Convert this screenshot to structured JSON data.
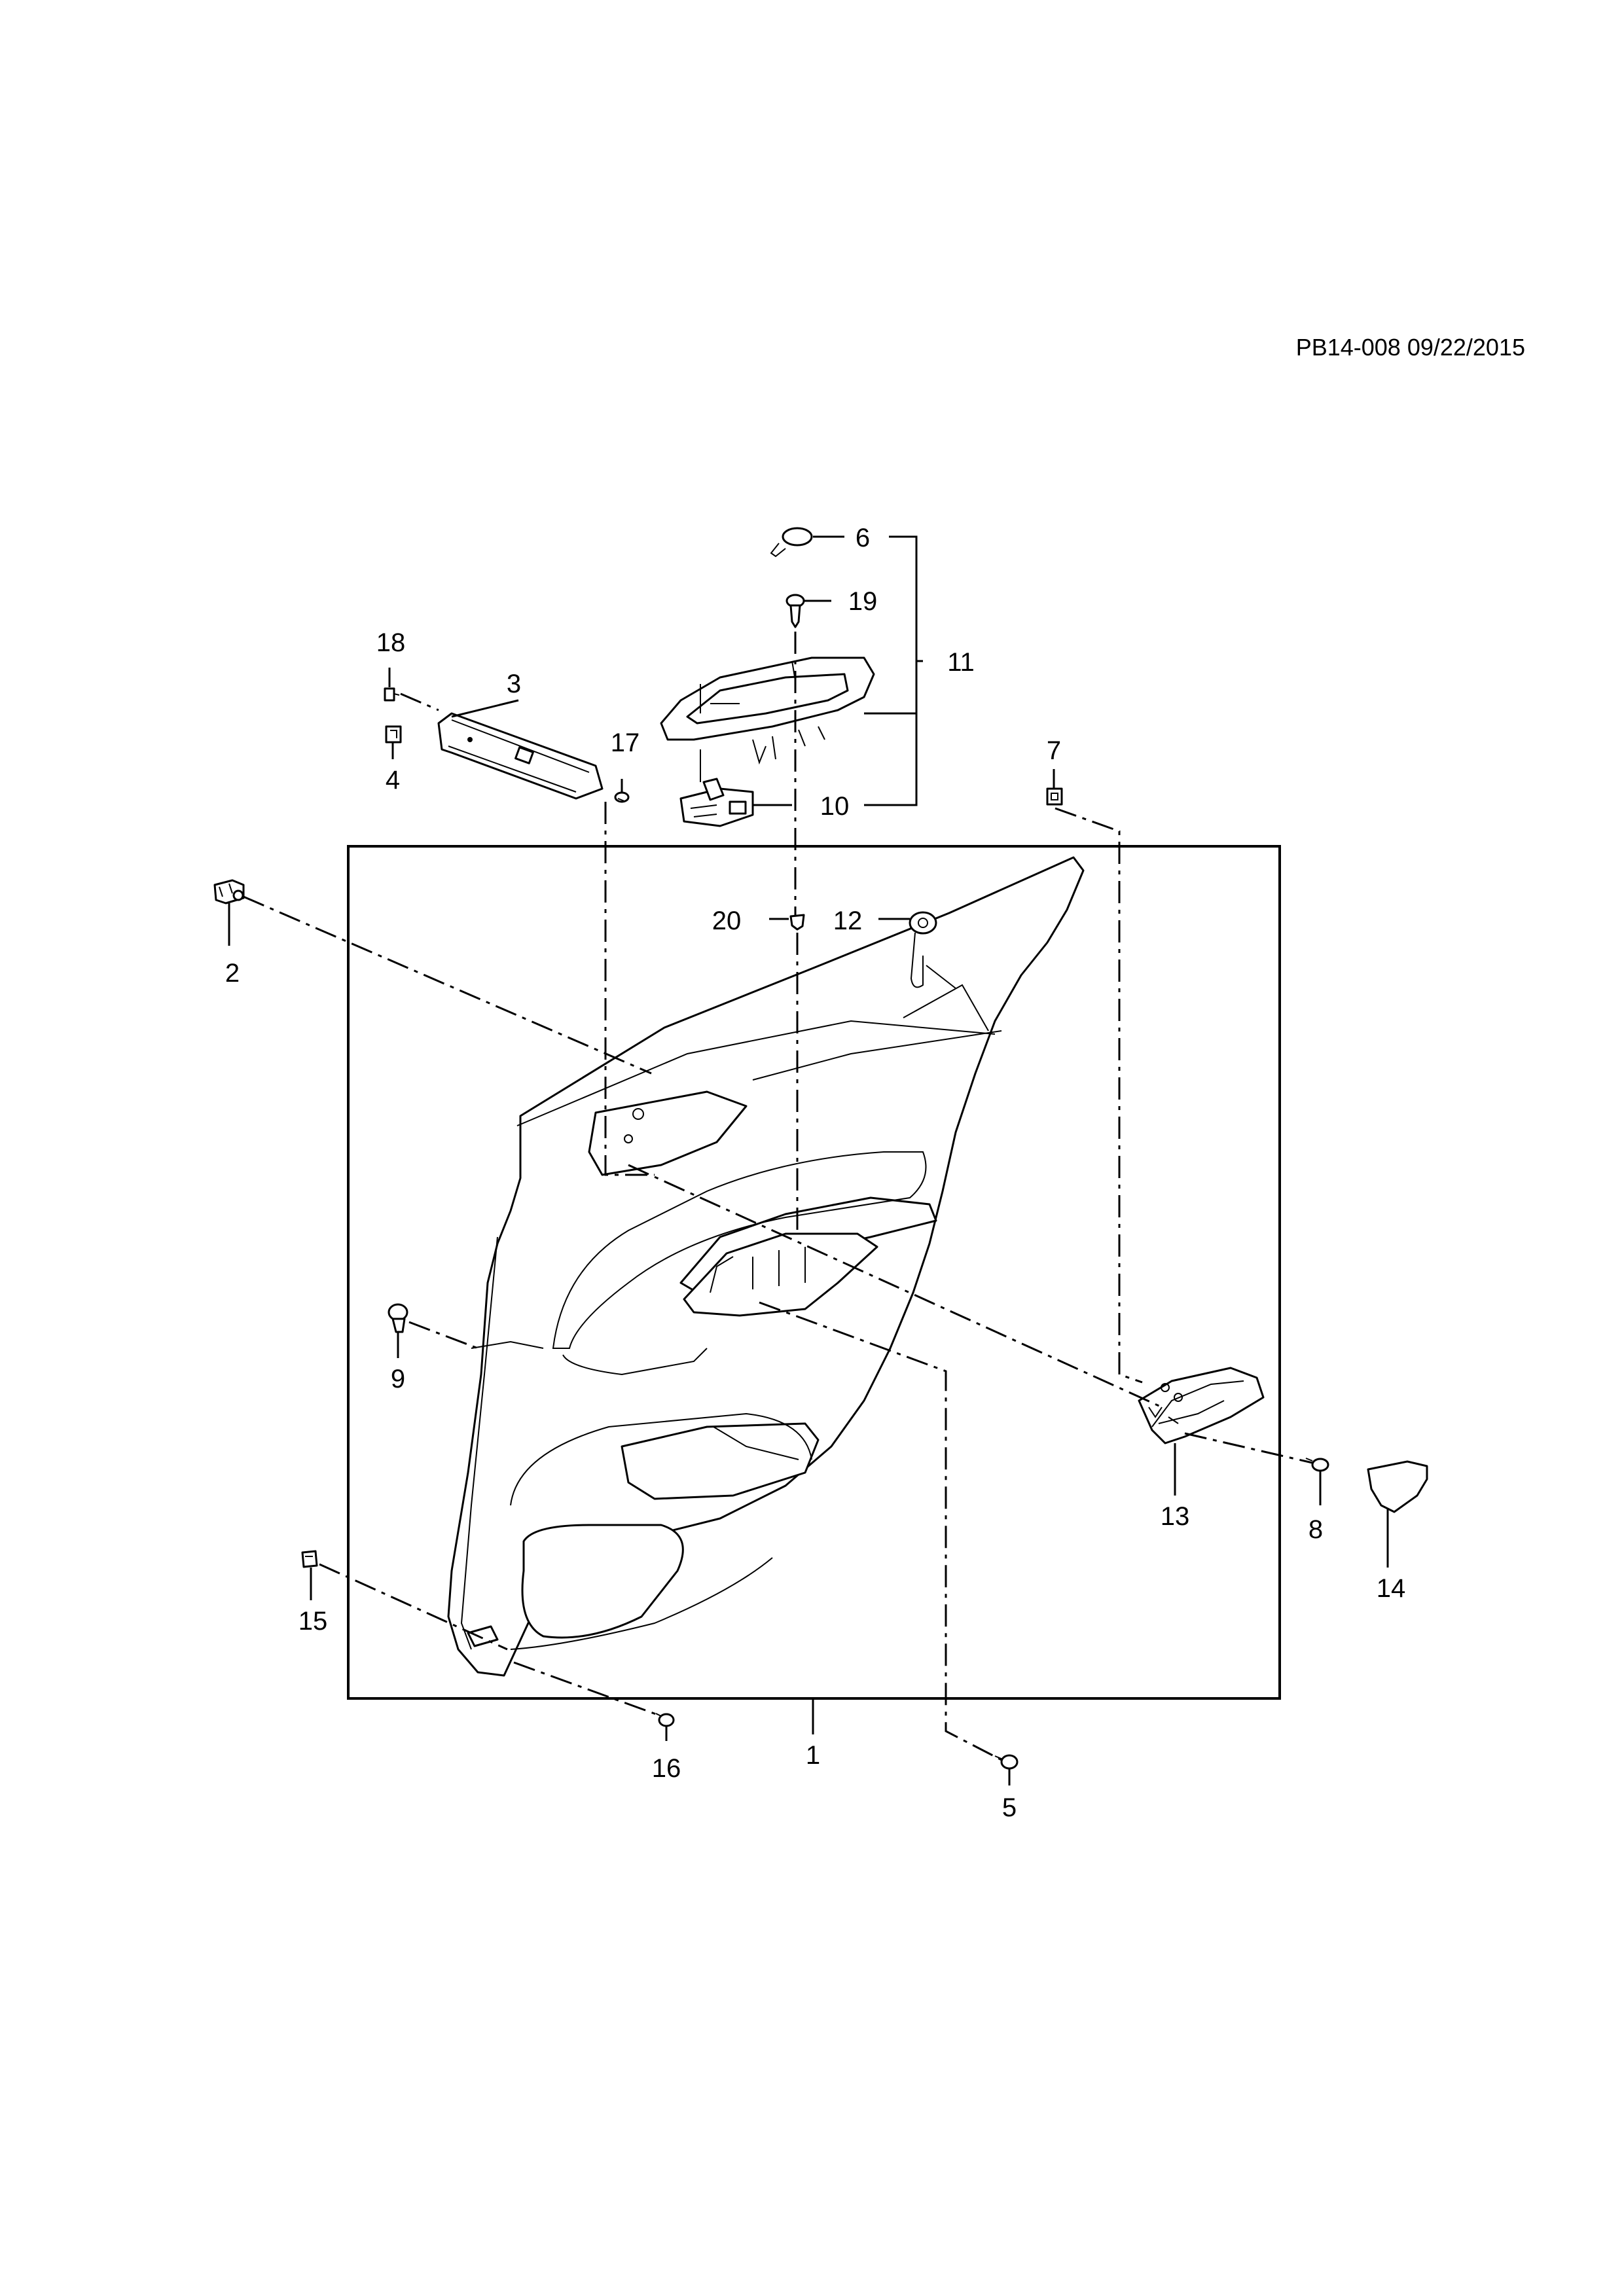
{
  "header": {
    "doc_code": "PB14-008 09/22/2015"
  },
  "callouts": {
    "c1": "1",
    "c2": "2",
    "c3": "3",
    "c4": "4",
    "c5": "5",
    "c6": "6",
    "c7": "7",
    "c8": "8",
    "c9": "9",
    "c10": "10",
    "c11": "11",
    "c12": "12",
    "c13": "13",
    "c14": "14",
    "c15": "15",
    "c16": "16",
    "c17": "17",
    "c18": "18",
    "c19": "19",
    "c20": "20"
  },
  "colors": {
    "line": "#000000",
    "background": "#ffffff"
  }
}
